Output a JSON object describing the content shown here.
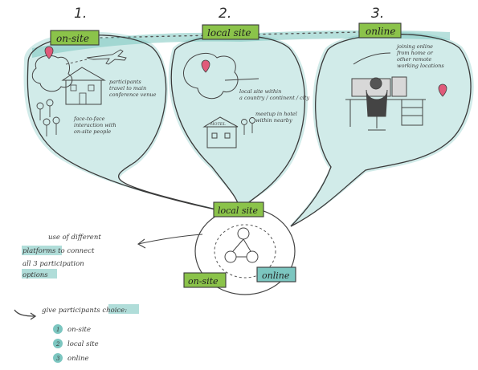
{
  "steps": [
    {
      "number": "1.",
      "label": "on-site",
      "notes": [
        "participants",
        "travel to main",
        "conference venue"
      ],
      "meet_notes": [
        "face-to-face",
        "interaction with",
        "on-site people"
      ]
    },
    {
      "number": "2.",
      "label": "local site",
      "notes": [
        "local site within",
        "a country / continent / city"
      ],
      "meet_notes": [
        "meetup in hotel",
        "within nearby"
      ],
      "building_text": "HOTEL"
    },
    {
      "number": "3.",
      "label": "online",
      "notes": [
        "joining online",
        "from home or",
        "other remote",
        "working locations"
      ]
    }
  ],
  "hub": {
    "top_label": "local site",
    "left_label": "on-site",
    "right_label": "online"
  },
  "platforms_note": [
    "use of different",
    "platforms to connect",
    "all 3 participation",
    "options"
  ],
  "choice_note": {
    "title": "give participants choice:",
    "items": [
      {
        "num": "1",
        "text": "on-site"
      },
      {
        "num": "2",
        "text": "local site"
      },
      {
        "num": "3",
        "text": "online"
      }
    ]
  },
  "colors": {
    "teal": "#7cc6c0",
    "green": "#8bc34a",
    "pin": "#e05a7a",
    "ink": "#3b3b3b"
  }
}
